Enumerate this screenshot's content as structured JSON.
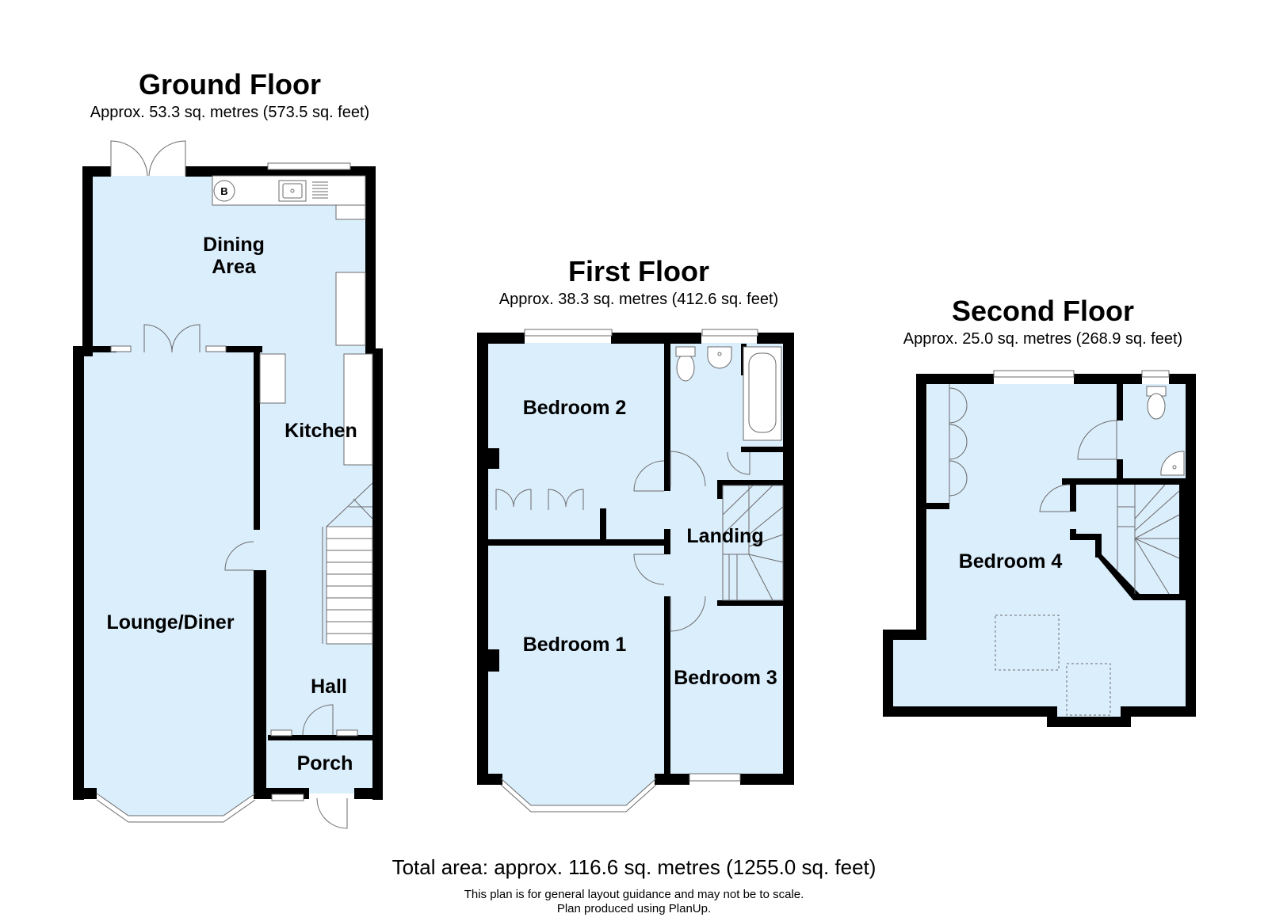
{
  "floors": {
    "ground": {
      "title": "Ground Floor",
      "area": "Approx. 53.3 sq. metres (573.5 sq. feet)",
      "rooms": {
        "dining": "Dining\nArea",
        "kitchen": "Kitchen",
        "lounge": "Lounge/Diner",
        "hall": "Hall",
        "porch": "Porch"
      },
      "boiler": "B"
    },
    "first": {
      "title": "First Floor",
      "area": "Approx. 38.3 sq. metres (412.6 sq. feet)",
      "rooms": {
        "bedroom2": "Bedroom 2",
        "landing": "Landing",
        "bedroom1": "Bedroom 1",
        "bedroom3": "Bedroom 3"
      }
    },
    "second": {
      "title": "Second Floor",
      "area": "Approx. 25.0 sq. metres (268.9 sq. feet)",
      "rooms": {
        "bedroom4": "Bedroom 4"
      }
    }
  },
  "footer": {
    "total": "Total area: approx. 116.6 sq. metres (1255.0 sq. feet)",
    "disclaimer_1": "This plan is for general layout guidance and may not be to scale.",
    "disclaimer_2": "Plan produced using PlanUp."
  },
  "colors": {
    "floor_fill": "#dbeefc",
    "wall": "#000000",
    "fixture_stroke": "#6b6b6b"
  }
}
